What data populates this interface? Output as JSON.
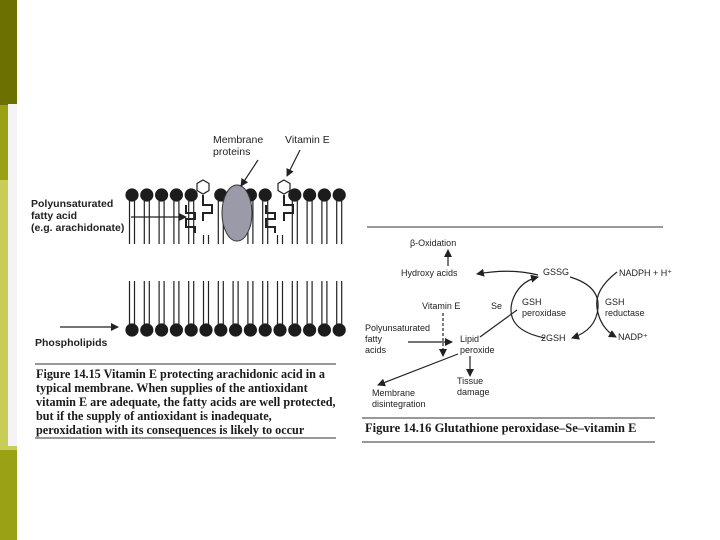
{
  "colors": {
    "sidebar_dark": "#6b7000",
    "sidebar_mid": "#9ba114",
    "sidebar_light": "#c8cd57",
    "ink": "#222222",
    "protein_fill": "#9a9aa8"
  },
  "figure_14_15": {
    "labels": {
      "membrane_proteins": [
        "Membrane",
        "proteins"
      ],
      "vitamin_e": "Vitamin E",
      "pufa": [
        "Polyunsaturated",
        "fatty acid",
        "(e.g. arachidonate)"
      ],
      "phospholipids": "Phospholipids"
    },
    "caption": {
      "number": "Figure 14.15",
      "lines": [
        "Vitamin E protecting arachidonic acid in a",
        "typical membrane. When supplies of the antioxidant",
        "vitamin E are adequate, the fatty acids are well protected,",
        "but if the supply of antioxidant is inadequate,",
        "peroxidation with its consequences is likely to occur"
      ]
    }
  },
  "figure_14_16": {
    "labels": {
      "beta_oxidation": "β-Oxidation",
      "hydroxy_acids": "Hydroxy acids",
      "gssg": "GSSG",
      "nadph": "NADPH + H⁺",
      "vitamin_e": "Vitamin E",
      "se": "Se",
      "gsh_peroxidase": [
        "GSH",
        "peroxidase"
      ],
      "gsh_reductase": [
        "GSH",
        "reductase"
      ],
      "pufa": [
        "Polyunsaturated",
        "fatty",
        "acids"
      ],
      "lipid_peroxide": [
        "Lipid",
        "peroxide"
      ],
      "two_gsh": "2GSH",
      "nadp": "NADP⁺",
      "tissue_damage": [
        "Tissue",
        "damage"
      ],
      "membrane_disintegration": [
        "Membrane",
        "disintegration"
      ]
    },
    "caption": {
      "number": "Figure 14.16",
      "title": "Glutathione peroxidase–Se–vitamin E"
    }
  }
}
